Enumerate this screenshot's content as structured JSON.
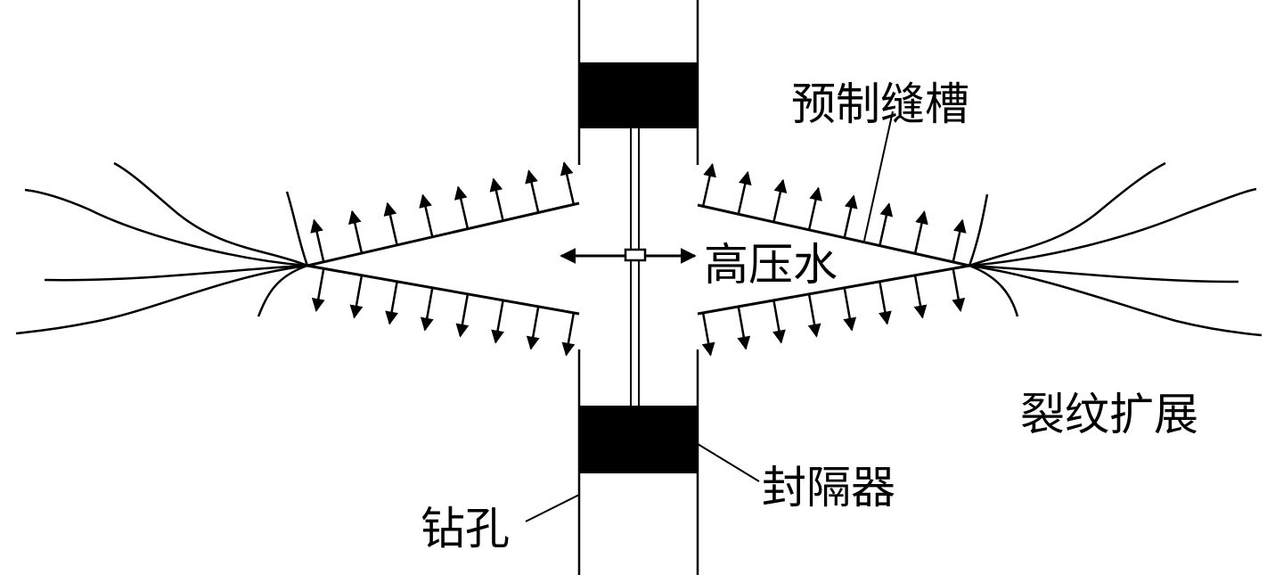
{
  "labels": {
    "precut_slot": "预制缝槽",
    "high_pressure_water": "高压水",
    "crack_propagation": "裂纹扩展",
    "packer": "封隔器",
    "borehole": "钻孔"
  },
  "colors": {
    "ink": "#000000",
    "background": "#ffffff"
  }
}
